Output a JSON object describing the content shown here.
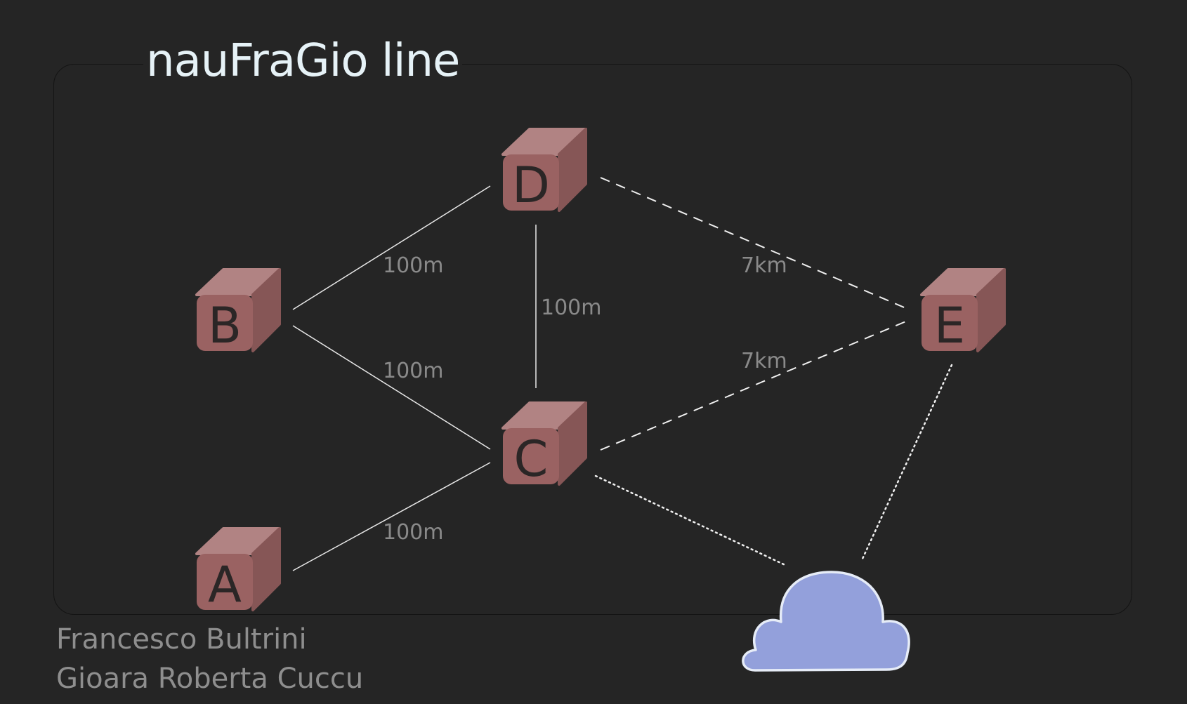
{
  "title": "nauFraGio line",
  "authors": [
    "Francesco Bultrini",
    "Gioara Roberta Cuccu"
  ],
  "nodes": {
    "A": {
      "label": "A"
    },
    "B": {
      "label": "B"
    },
    "C": {
      "label": "C"
    },
    "D": {
      "label": "D"
    },
    "E": {
      "label": "E"
    }
  },
  "links": {
    "b_d": {
      "label": "100m",
      "style": "solid"
    },
    "b_c": {
      "label": "100m",
      "style": "solid"
    },
    "d_c": {
      "label": "100m",
      "style": "solid"
    },
    "a_c": {
      "label": "100m",
      "style": "solid"
    },
    "d_e": {
      "label": "7km",
      "style": "dashed"
    },
    "c_e": {
      "label": "7km",
      "style": "dashed"
    },
    "c_cloud": {
      "style": "dotted"
    },
    "e_cloud": {
      "style": "dotted"
    }
  },
  "cloud": {
    "icon": "cloud-icon",
    "color": "#93a0db"
  },
  "colors": {
    "background": "#252525",
    "cube_front": "#9a6262",
    "cube_top": "#b18383",
    "cube_side": "#865656",
    "title": "#e6f2f7",
    "label": "#8a8a8a"
  }
}
